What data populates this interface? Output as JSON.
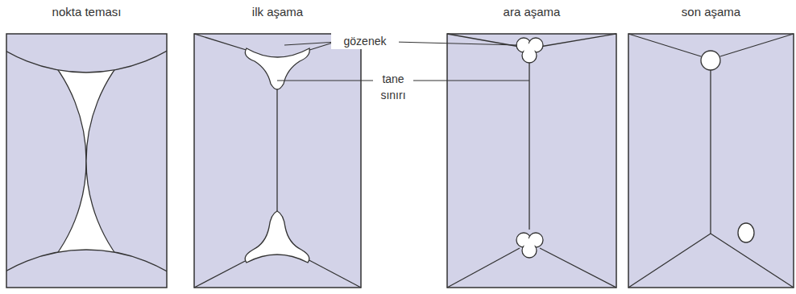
{
  "diagram": {
    "nodes": [
      {
        "text": [
          "nokta teması"
        ]
      },
      {
        "text": [
          "ilk aşama"
        ]
      },
      {
        "text": [
          "ara aşama"
        ]
      },
      {
        "text": [
          "son aşama"
        ]
      }
    ],
    "labels": [
      "gözenek",
      "tane sınırı"
    ]
  }
}
